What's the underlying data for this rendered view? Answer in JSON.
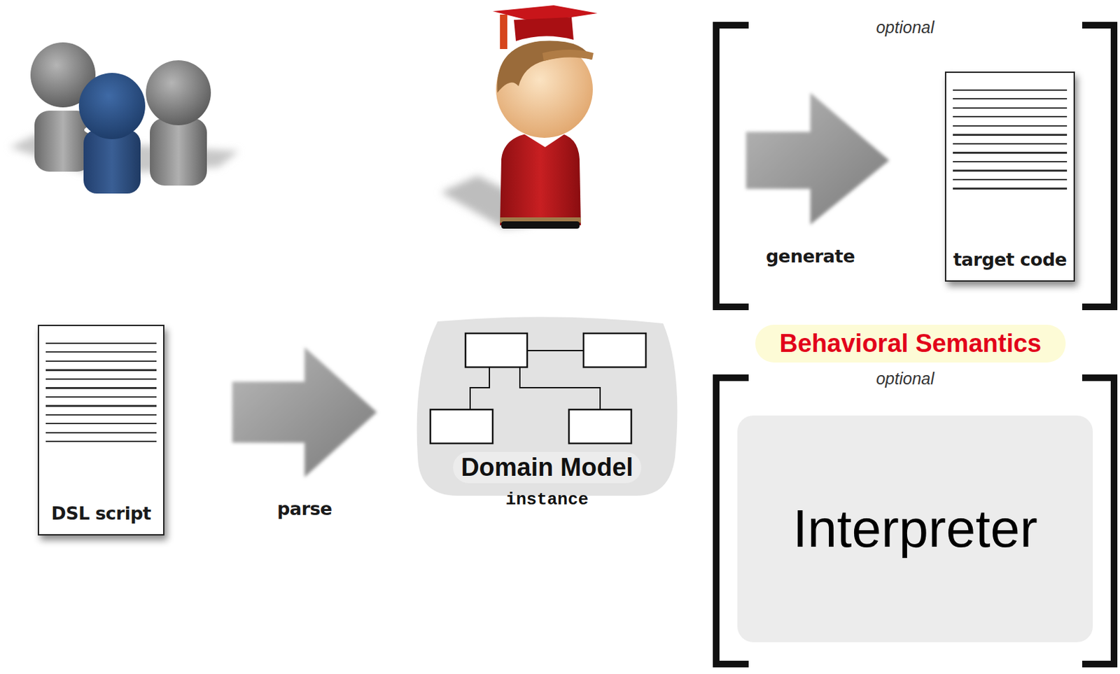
{
  "diagram": {
    "nodes": [
      {
        "text": [
          "target code"
        ]
      },
      {
        "text": [
          "Behavioral Semantics"
        ]
      },
      {
        "text": [
          "DSL script"
        ]
      },
      {
        "text": [
          "Domain Model",
          "instance"
        ]
      },
      {
        "text": [
          "Interpreter"
        ]
      }
    ],
    "edges": [
      {
        "from": 2,
        "to": 3,
        "label": "parse",
        "arrow": "to"
      }
    ],
    "labels": [
      "optional",
      "generate",
      "optional"
    ]
  }
}
